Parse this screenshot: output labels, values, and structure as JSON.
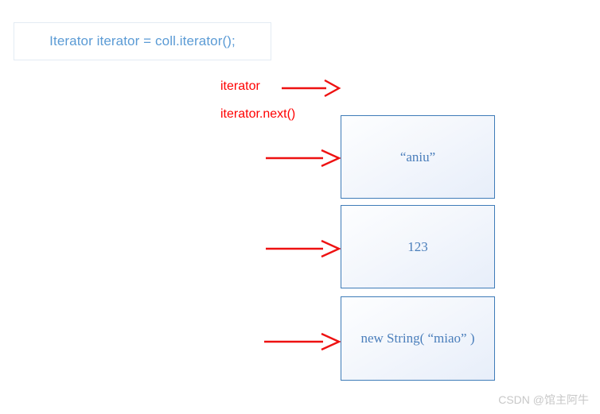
{
  "code_declaration": {
    "text": "Iterator iterator = coll.iterator();"
  },
  "annotations": {
    "iterator_label": "iterator",
    "iterator_next_label": "iterator.next()"
  },
  "collection_elements": [
    {
      "text": "“aniu”"
    },
    {
      "text": "123"
    },
    {
      "text": "new  String( “miao” )"
    }
  ],
  "arrows": {
    "pointer_arrow_name": "iterator-pointer-arrow",
    "element_arrow_names": [
      "next-arrow-element-1",
      "next-arrow-element-2",
      "next-arrow-element-3"
    ]
  },
  "watermark": {
    "text": "CSDN @馆主阿牛"
  },
  "colors": {
    "code_text": "#5b9bd5",
    "annotation_red": "#ff0000",
    "box_border": "#3f7cb8",
    "box_text": "#4a7ebb",
    "watermark": "#c8c8c8"
  }
}
